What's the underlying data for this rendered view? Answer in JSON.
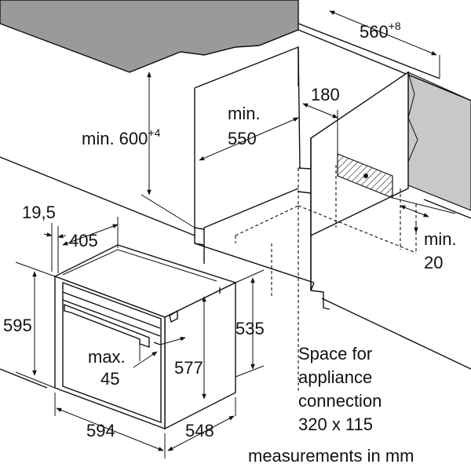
{
  "labels": {
    "width_niche": "560",
    "width_niche_sup": "+8",
    "height_min": "min. 600",
    "height_min_sup": "+4",
    "depth_min_line1": "min.",
    "depth_min_line2": "550",
    "gap_180": "180",
    "gap_min_line1": "min.",
    "gap_min_line2": "20",
    "offset_195": "19,5",
    "depth_405": "405",
    "oven_height_595": "595",
    "oven_height_535": "535",
    "oven_height_577": "577",
    "handle_max_line1": "max.",
    "handle_max_line2": "45",
    "oven_width_594": "594",
    "oven_depth_548": "548",
    "space_line1": "Space for",
    "space_line2": "appliance",
    "space_line3": "connection",
    "space_line4": "320 x 115",
    "footer": "measurements in mm"
  },
  "colors": {
    "line": "#111111",
    "counter_top": "#9a9a9a",
    "wall": "#c8c8c8",
    "background": "#ffffff"
  }
}
